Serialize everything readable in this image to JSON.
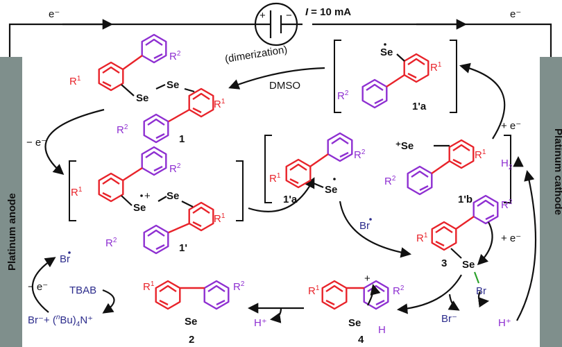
{
  "circuit": {
    "electron_left": "e⁻",
    "electron_right": "e⁻",
    "battery_plus": "+",
    "battery_minus": "−",
    "current_var": "I",
    "current_value": "= 10 mA"
  },
  "electrodes": {
    "anode": "Platinum anode",
    "cathode": "Platinum cathode"
  },
  "labels": {
    "dimerization": "(dimerization)",
    "dmso": "DMSO",
    "minus_e_left": "− e⁻",
    "plus_e_right": "+ e⁻",
    "plus_e_bottom": "+ e⁻",
    "minus_e_bottom": "− e⁻",
    "h2": "H",
    "h2_sub": "2",
    "br_radical": "Br",
    "tbab": "TBAB",
    "br_minus": "Br⁻+ (",
    "n": "n",
    "bu4n": "Bu)",
    "bu4n_sub": "4",
    "bu4n_tail": "N⁺",
    "h_plus_left": "H⁺",
    "h_plus_right": "H⁺",
    "br_minus_3": "Br⁻",
    "br_mid": "Br",
    "br_on_se": "Br",
    "plus_charge": "+",
    "h_on_4": "H"
  },
  "compounds": {
    "c1": "1",
    "c1p": "1'",
    "c1pa": "1'a",
    "c1pb": "1'b",
    "c2": "2",
    "c3": "3",
    "c4": "4"
  },
  "atoms": {
    "se": "Se",
    "se_plus": "⁺Se",
    "r1": "R",
    "r1_sup": "1",
    "r2": "R",
    "r2_sup": "2"
  },
  "colors": {
    "ring_a": "#e8232a",
    "ring_b": "#8e2fd1",
    "text_reagent": "#2c2c8c",
    "electrode": "#7f8f8c"
  }
}
